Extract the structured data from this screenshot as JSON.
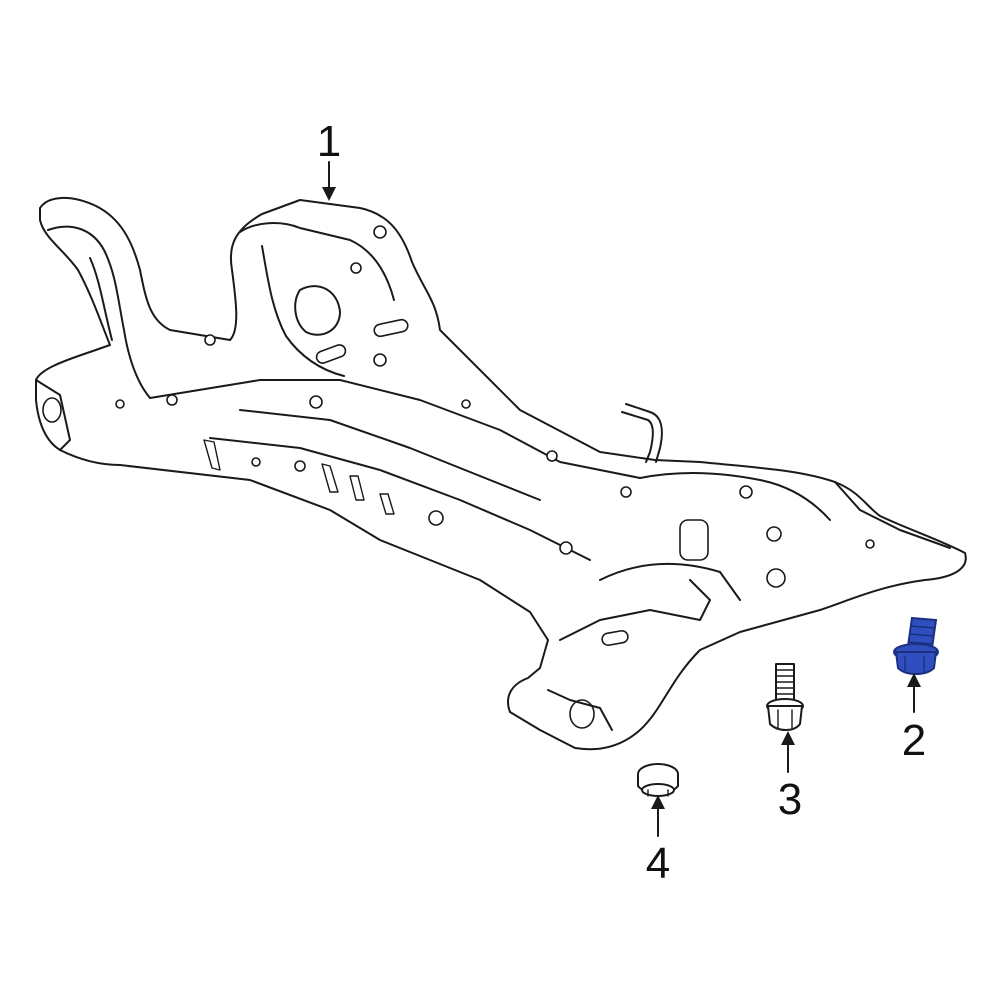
{
  "callouts": [
    {
      "label": "1",
      "part": "crossmember"
    },
    {
      "label": "2",
      "part": "bolt",
      "highlighted": true
    },
    {
      "label": "3",
      "part": "bolt"
    },
    {
      "label": "4",
      "part": "nut"
    }
  ],
  "colors": {
    "line": "#1a1a1a",
    "highlight": "#2f4fbf",
    "highlight_dark": "#1c2f80",
    "background": "#ffffff"
  }
}
